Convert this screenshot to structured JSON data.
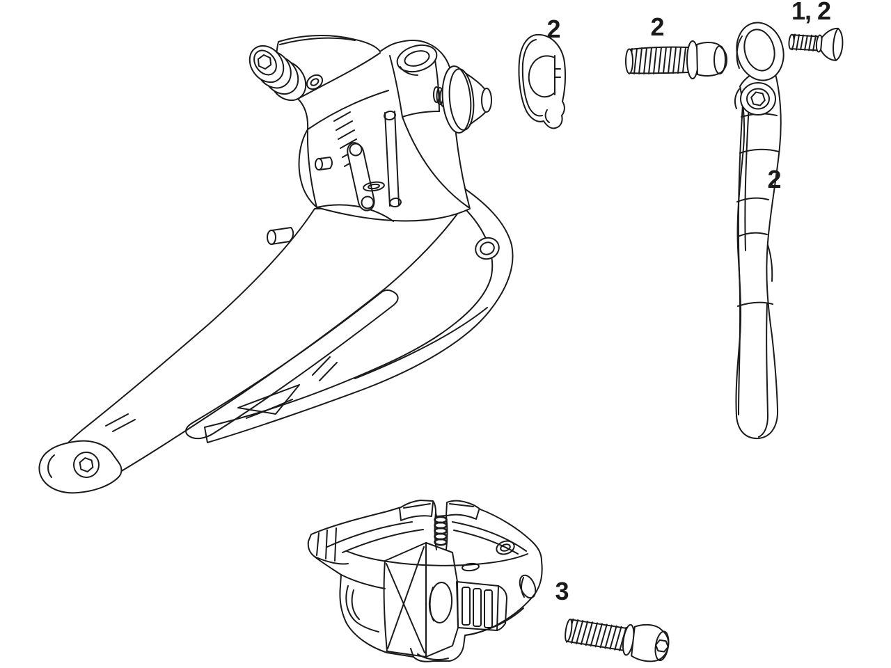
{
  "page": {
    "background": "#ffffff",
    "ink": "#1a1a1a"
  },
  "diagram": {
    "kind": "exploded-parts-line-drawing",
    "labels": {
      "spacer": "2",
      "mount_bolt": "2",
      "flat_head_screw": "1, 2",
      "catcher_arm": "2",
      "clamp_bolt": "3"
    }
  }
}
